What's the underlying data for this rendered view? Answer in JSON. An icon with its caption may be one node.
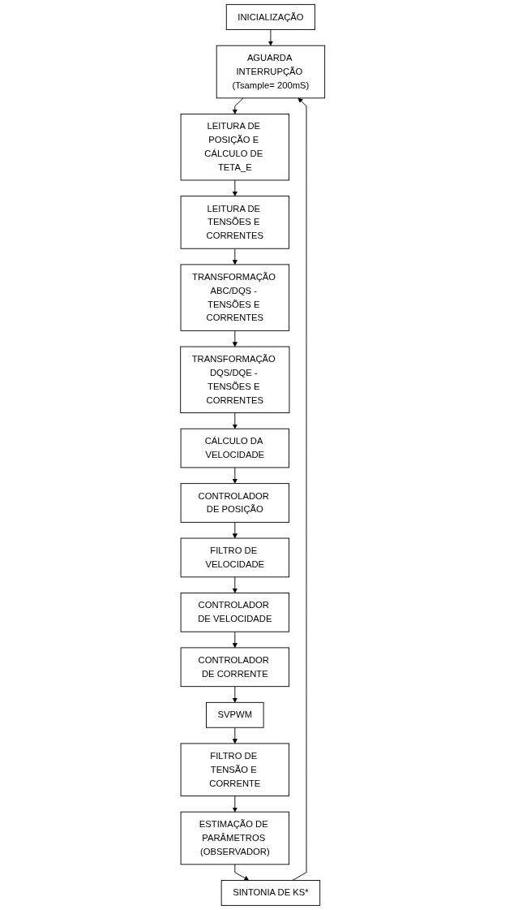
{
  "diagram": {
    "nodes": [
      {
        "text": [
          "INICIALIZAÇÃO"
        ]
      },
      {
        "text": [
          "AGUARDA INTERRUPÇÃO (Tsample= 200mS)"
        ]
      },
      {
        "text": [
          "LEITURA DE POSIÇÃO E CÁLCULO DE TETA_E"
        ]
      },
      {
        "text": [
          "LEITURA DE TENSÕES E CORRENTES"
        ]
      },
      {
        "text": [
          "TRANSFORMAÇÃO ABC/DQS - TENSÕES E CORRENTES"
        ]
      },
      {
        "text": [
          "TRANSFORMAÇÃO DQS/DQE - TENSÕES E CORRENTES"
        ]
      },
      {
        "text": [
          "CÁLCULO DA VELOCIDADE"
        ]
      },
      {
        "text": [
          "CONTROLADOR DE POSIÇÃO"
        ]
      },
      {
        "text": [
          "FILTRO DE VELOCIDADE"
        ]
      },
      {
        "text": [
          "CONTROLADOR DE VELOCIDADE"
        ]
      },
      {
        "text": [
          "CONTROLADOR DE CORRENTE"
        ]
      },
      {
        "text": [
          "SVPWM"
        ]
      },
      {
        "text": [
          "FILTRO DE TENSÃO E CORRENTE"
        ]
      },
      {
        "text": [
          "ESTIMAÇÃO DE PARÂMETROS (OBSERVADOR)"
        ]
      },
      {
        "text": [
          "SINTONIA DE KS*"
        ]
      }
    ],
    "edges": [
      {
        "from": 0,
        "to": 1,
        "arrow": "to"
      },
      {
        "from": 1,
        "to": 2,
        "arrow": "to"
      },
      {
        "from": 2,
        "to": 3,
        "arrow": "to"
      },
      {
        "from": 3,
        "to": 4,
        "arrow": "to"
      },
      {
        "from": 4,
        "to": 5,
        "arrow": "to"
      },
      {
        "from": 5,
        "to": 6,
        "arrow": "to"
      },
      {
        "from": 6,
        "to": 7,
        "arrow": "to"
      },
      {
        "from": 7,
        "to": 8,
        "arrow": "to"
      },
      {
        "from": 8,
        "to": 9,
        "arrow": "to"
      },
      {
        "from": 9,
        "to": 10,
        "arrow": "to"
      },
      {
        "from": 10,
        "to": 11,
        "arrow": "to"
      },
      {
        "from": 11,
        "to": 12,
        "arrow": "to"
      },
      {
        "from": 12,
        "to": 13,
        "arrow": "to"
      },
      {
        "from": 13,
        "to": 14,
        "arrow": "to"
      },
      {
        "from": 14,
        "to": 1,
        "arrow": "to"
      }
    ]
  }
}
